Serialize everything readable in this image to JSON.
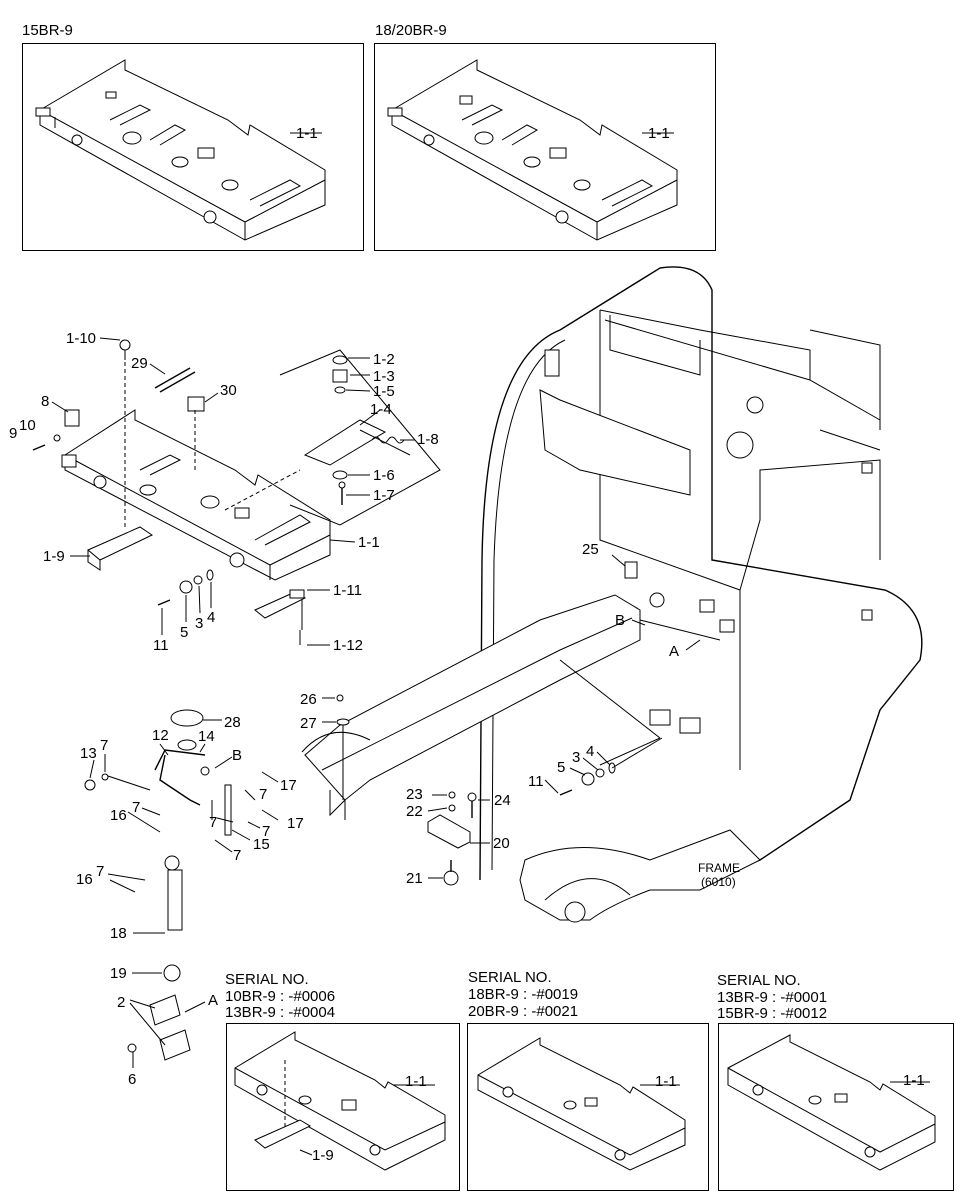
{
  "variants": [
    {
      "title": "15BR-9",
      "part_label": "1-1"
    },
    {
      "title": "18/20BR-9",
      "part_label": "1-1"
    }
  ],
  "serial_boxes": [
    {
      "title": "SERIAL NO.",
      "lines": [
        "10BR-9 : -#0006",
        "13BR-9 : -#0004"
      ],
      "part_labels": [
        "1-1",
        "1-9"
      ]
    },
    {
      "title": "SERIAL NO.",
      "lines": [
        "18BR-9 : -#0019",
        "20BR-9 : -#0021"
      ],
      "part_labels": [
        "1-1"
      ]
    },
    {
      "title": "SERIAL NO.",
      "lines": [
        "13BR-9 : -#0001",
        "15BR-9 : -#0012"
      ],
      "part_labels": [
        "1-1"
      ]
    }
  ],
  "frame": {
    "label": "FRAME",
    "code": "(6010)"
  },
  "callouts": {
    "c1_10": "1-10",
    "c29": "29",
    "c30": "30",
    "c8": "8",
    "c10": "10",
    "c9": "9",
    "c1_2": "1-2",
    "c1_3": "1-3",
    "c1_5": "1-5",
    "c1_4": "1-4",
    "c1_8": "1-8",
    "c1_6": "1-6",
    "c1_7": "1-7",
    "c1_1": "1-1",
    "c1_9": "1-9",
    "c1_11": "1-11",
    "c1_12": "1-12",
    "c11a": "11",
    "c5a": "5",
    "c3a": "3",
    "c4a": "4",
    "c25": "25",
    "cB1": "B",
    "cA1": "A",
    "c26": "26",
    "c27": "27",
    "c28": "28",
    "c12": "12",
    "c14": "14",
    "cB2": "B",
    "c13": "13",
    "c7a": "7",
    "c17a": "17",
    "c7b": "7",
    "c16a": "16",
    "c7c": "7",
    "c7d": "7",
    "c17b": "17",
    "c15": "15",
    "c7e": "7",
    "c7f": "7",
    "c16b": "16",
    "c18": "18",
    "c19": "19",
    "c2": "2",
    "cA2": "A",
    "c6": "6",
    "c23": "23",
    "c24": "24",
    "c22": "22",
    "c20": "20",
    "c21": "21",
    "c11b": "11",
    "c5b": "5",
    "c3b": "3",
    "c4b": "4"
  }
}
